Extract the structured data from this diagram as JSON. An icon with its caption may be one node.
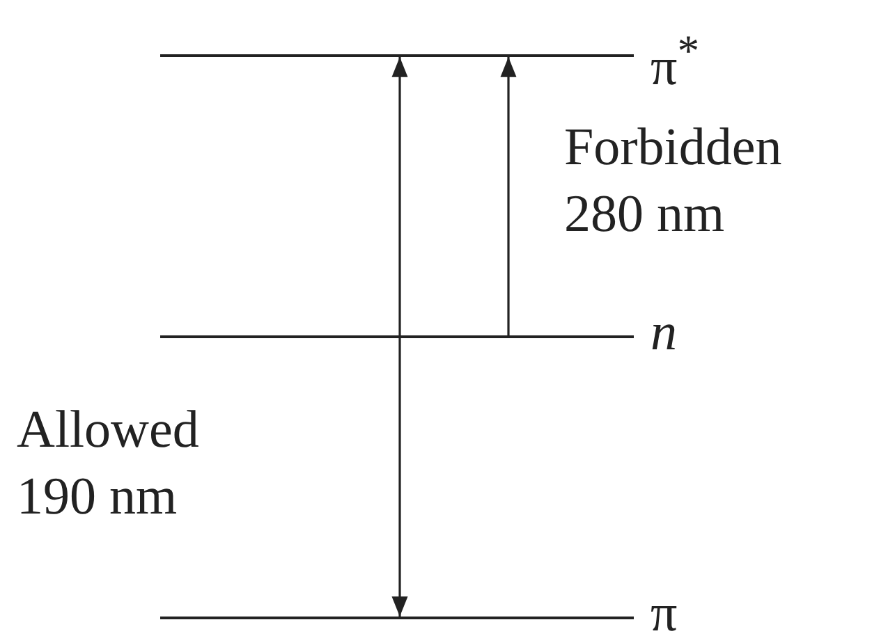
{
  "diagram": {
    "nodes": [
      {
        "text": [
          "π$^{*}$"
        ]
      },
      {
        "text": [
          "*n*"
        ]
      },
      {
        "text": [
          "π"
        ]
      }
    ],
    "edges": [
      {
        "from": 2,
        "to": 0,
        "arrow": "both",
        "label": "Allowed 190 nm"
      },
      {
        "from": 1,
        "to": 0,
        "arrow": "to",
        "label": "Forbidden 280 nm"
      }
    ]
  }
}
